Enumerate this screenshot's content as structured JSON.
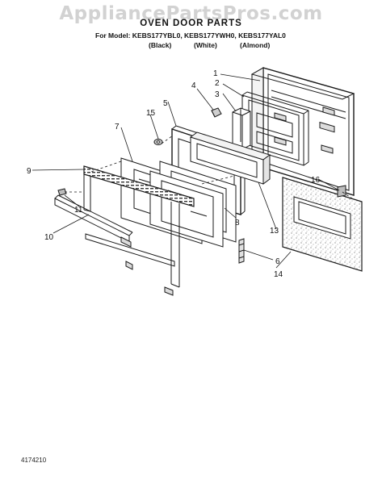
{
  "watermark": "AppliancePartsPros.com",
  "title": "OVEN DOOR PARTS",
  "models_line": "For Model: KEBS177YBL0, KEBS177YWH0, KEBS177YAL0",
  "color_variants": [
    "(Black)",
    "(White)",
    "(Almond)"
  ],
  "callouts": [
    "1",
    "2",
    "3",
    "4",
    "5",
    "7",
    "15",
    "9",
    "16",
    "11",
    "8",
    "13",
    "10",
    "6",
    "14"
  ],
  "document_number": "4174210"
}
